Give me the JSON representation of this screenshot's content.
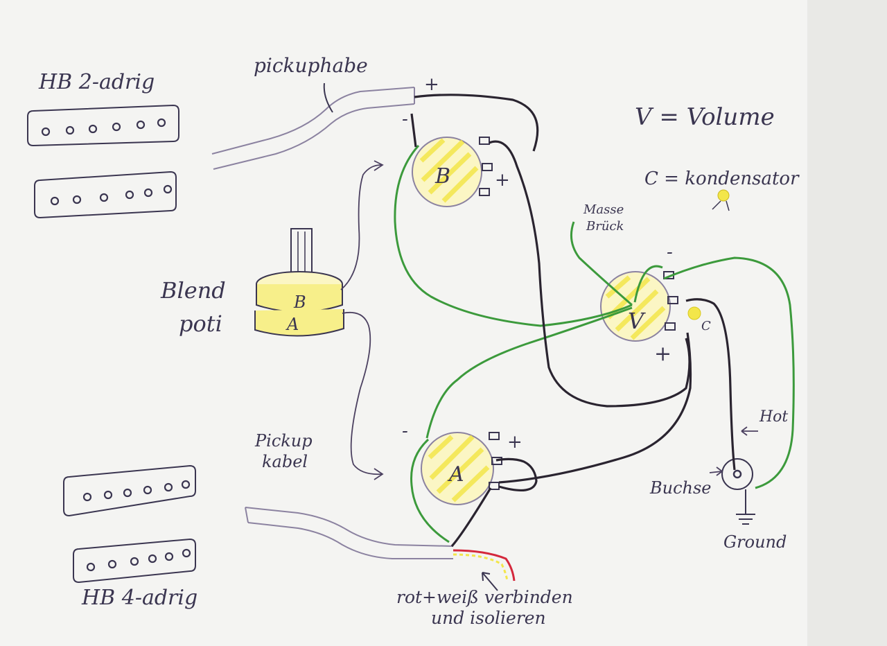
{
  "diagram": {
    "colors": {
      "paper": "#f4f4f2",
      "ink": "#3a3550",
      "wire_black": "#2a2430",
      "wire_green": "#3c9a3c",
      "highlight": "#f3e64a",
      "wire_red": "#d4283c"
    },
    "pickups": {
      "top_label": "HB 2-adrig",
      "bottom_label": "HB 4-adrig"
    },
    "cables": {
      "top_label": "pickuphabe",
      "bottom_label_1": "Pickup",
      "bottom_label_2": "kabel",
      "red_white_note_1": "rot+weiß verbinden",
      "red_white_note_2": "und isolieren"
    },
    "legend": {
      "volume": "V = Volume",
      "capacitor": "C = kondensator"
    },
    "blend_pot": {
      "label_1": "Blend",
      "label_2": "poti",
      "section_b": "B",
      "section_a": "A"
    },
    "pots": {
      "b": "B",
      "a": "A",
      "v": "V",
      "c": "C"
    },
    "signs": {
      "plus": "+",
      "minus": "-"
    },
    "labels": {
      "masse_1": "Masse",
      "masse_2": "Brück",
      "hot": "Hot",
      "buchse": "Buchse",
      "ground": "Ground"
    }
  }
}
